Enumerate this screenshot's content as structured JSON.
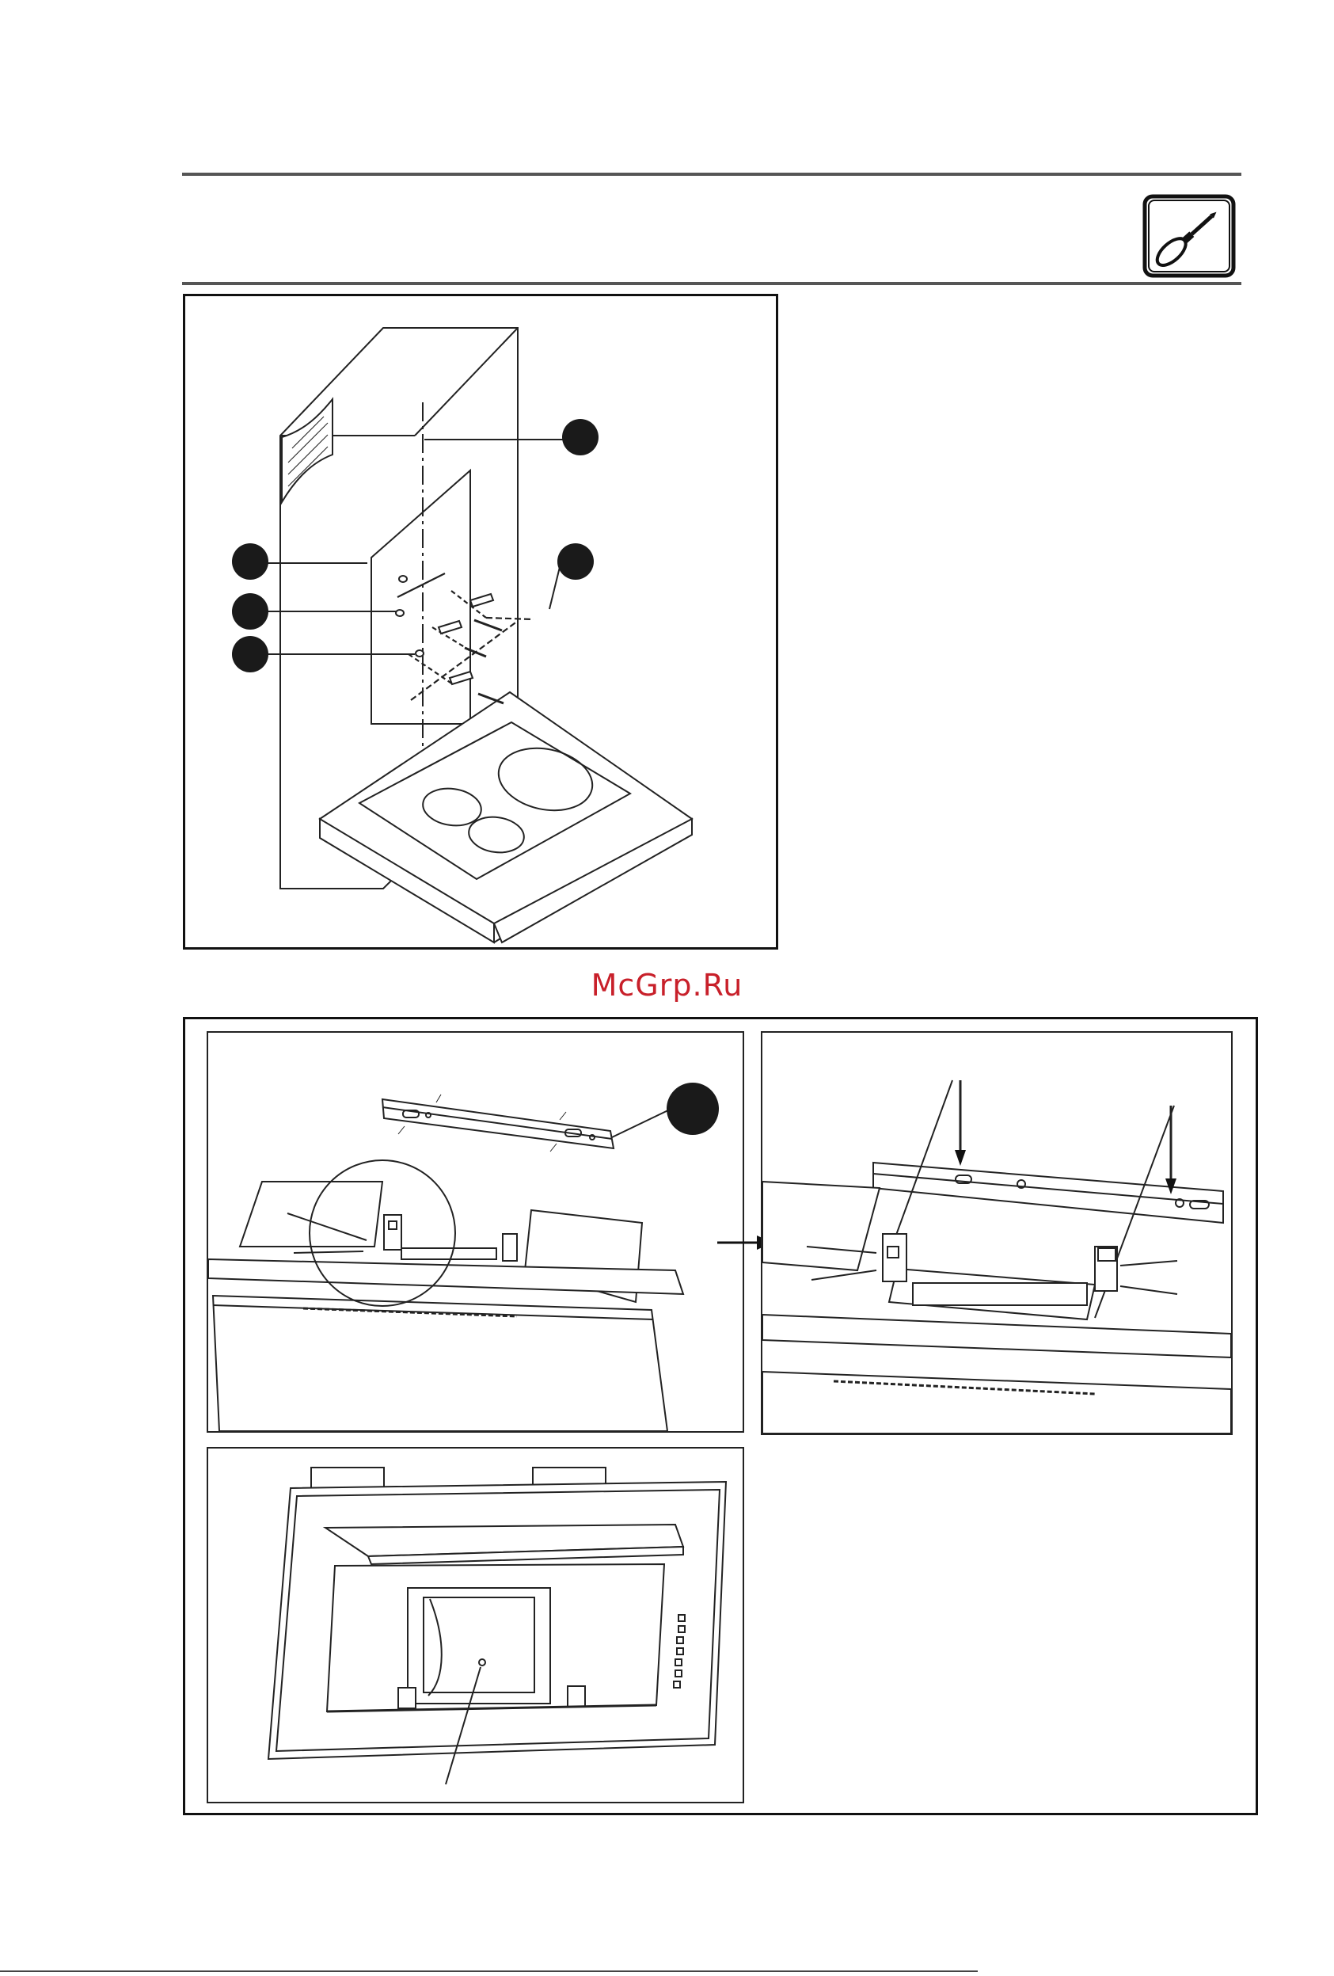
{
  "watermark": {
    "text": "McGrp.Ru",
    "color": "#c8202a"
  },
  "icons": {
    "header_tool": "screwdriver-icon",
    "step_arrow": "arrow-right-icon"
  },
  "figures": [
    {
      "id": "wall-mounting",
      "callouts": 5
    },
    {
      "id": "bracket-detail",
      "callouts": 1
    },
    {
      "id": "bracket-installed",
      "callouts": 0
    },
    {
      "id": "hood-front",
      "callouts": 0
    }
  ]
}
